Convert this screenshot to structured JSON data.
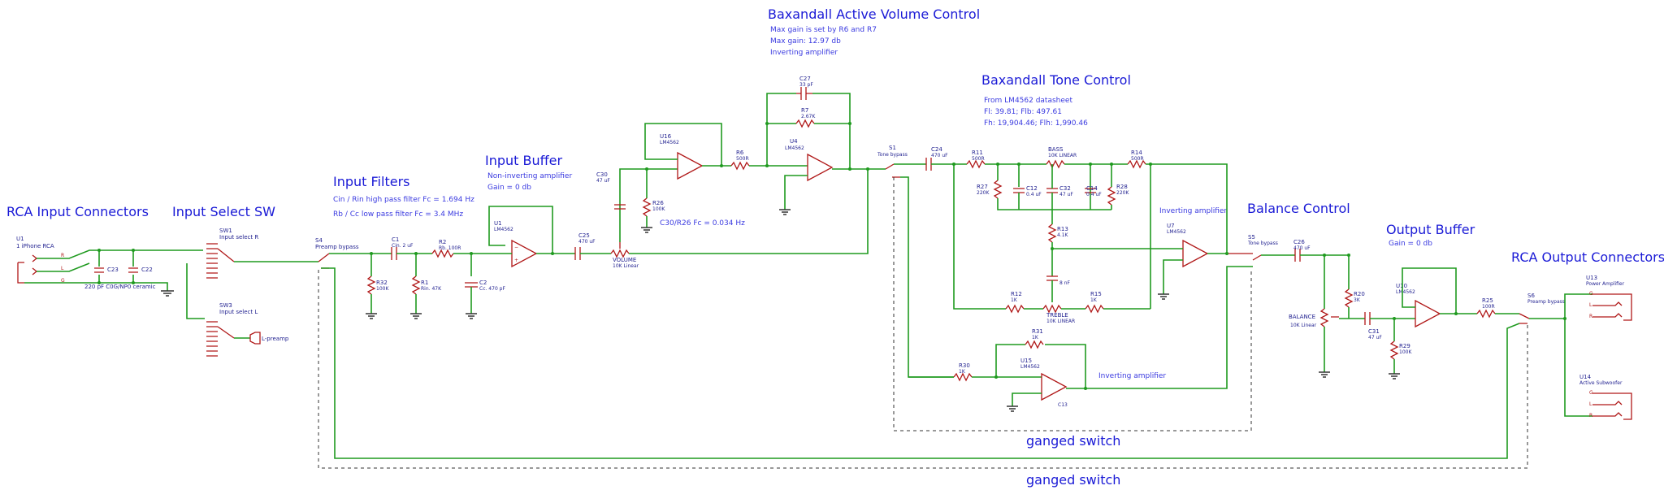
{
  "sections": {
    "rca_input": "RCA Input Connectors",
    "input_select": "Input Select SW",
    "input_filters": "Input Filters",
    "input_buffer": "Input Buffer",
    "volume": "Baxandall Active Volume Control",
    "tone": "Baxandall Tone Control",
    "balance": "Balance Control",
    "output_buffer": "Output Buffer",
    "rca_output": "RCA Output Connectors",
    "ganged1": "ganged switch",
    "ganged2": "ganged switch"
  },
  "notes": {
    "filter_hp": "Cin / Rin high pass filter Fc = 1.694 Hz",
    "filter_lp": "Rb / Cc low pass filter Fc = 3.4 MHz",
    "buffer_type": "Non-inverting amplifier",
    "buffer_gain": "Gain = 0 db",
    "vol_1": "Max gain is set by R6 and R7",
    "vol_2": "Max gain: 12.97 db",
    "vol_3": "Inverting amplifier",
    "tone_1": "From LM4562 datasheet",
    "tone_2": "Fl: 39.81; Flb: 497.61",
    "tone_3": "Fh: 19,904.46; Flh: 1,990.46",
    "c30_fc": "C30/R26 Fc = 0.034 Hz",
    "inv_amp_1": "Inverting amplifier",
    "inv_amp_2": "Inverting amplifier",
    "out_gain": "Gain = 0 db"
  },
  "components": {
    "u1a": "U1",
    "u1a_val": "1 iPhone RCA",
    "c23": "C23",
    "c22": "C22",
    "c_note": "220 pF C0G/NP0 ceramic",
    "sw1": "SW1",
    "sw1_val": "Input select R",
    "sw3": "SW3",
    "sw3_val": "Input select L",
    "lpre": "L-preamp",
    "s4": "S4",
    "s4_val": "Preamp bypass",
    "c1": "C1",
    "c1_val": "Cin. 2 uF",
    "r2": "R2",
    "r2_val": "Rb. 100R",
    "r32": "R32",
    "r32_val": "100K",
    "r1": "R1",
    "r1_val": "Rin. 47K",
    "c2": "C2",
    "c2_val": "Cc. 470 pF",
    "u1b": "U1",
    "u1b_val": "LM4562",
    "c25": "C25",
    "c25_val": "470 uF",
    "vol": "VOLUME",
    "vol_val": "10K Linear",
    "c30": "C30",
    "c30_val": "47 uF",
    "r26": "R26",
    "r26_val": "100K",
    "u16": "U16",
    "u16_val": "LM4562",
    "r6": "R6",
    "r6_val": "500R",
    "c27": "C27",
    "c27_val": "33 pF",
    "r7": "R7",
    "r7_val": "2.67K",
    "u4": "U4",
    "u4_val": "LM4562",
    "s1": "S1",
    "s1_val": "Tone bypass",
    "c24": "C24",
    "c24_val": "470 uF",
    "r11": "R11",
    "r11_val": "500R",
    "r27": "R27",
    "r27_val": "220K",
    "c12": "C12",
    "c12_val": "0.4 uF",
    "bass": "BASS",
    "bass_val": "10K LINEAR",
    "c32": "C32",
    "c32_val": "47 uF",
    "c14": "C14",
    "c14_val": "0.4 uF",
    "r28": "R28",
    "r28_val": "220K",
    "r14": "R14",
    "r14_val": "500R",
    "r13": "R13",
    "r13_val": "4.1K",
    "c8": "8 nF",
    "r12": "R12",
    "r12_val": "1K",
    "treble": "TREBLE",
    "treble_val": "10K LINEAR",
    "r15": "R15",
    "r15_val": "1K",
    "u7": "U7",
    "u7_val": "LM4562",
    "r31": "R31",
    "r31_val": "1K",
    "r30": "R30",
    "r30_val": "1K",
    "u15": "U15",
    "u15_val": "LM4562",
    "c13": "C13",
    "s5": "S5",
    "s5_val": "Tone bypass",
    "c26": "C26",
    "c26_val": "470 uF",
    "bal": "BALANCE",
    "bal_val": "10K Linear",
    "r20": "R20",
    "r20_val": "3K",
    "c31": "C31",
    "c31_val": "47 uF",
    "r29": "R29",
    "r29_val": "100K",
    "u10": "U10",
    "u10_val": "LM4562",
    "r25": "R25",
    "r25_val": "100R",
    "s6": "S6",
    "s6_val": "Preamp bypass",
    "u13": "U13",
    "u13_val": "Power Amplifier",
    "u14": "U14",
    "u14_val": "Active Subwoofer"
  },
  "pins": {
    "r": "R",
    "l": "L",
    "g": "G"
  },
  "colors": {
    "wire": "#1f9a1f",
    "component": "#b01818",
    "heading": "#1a1ad6"
  }
}
